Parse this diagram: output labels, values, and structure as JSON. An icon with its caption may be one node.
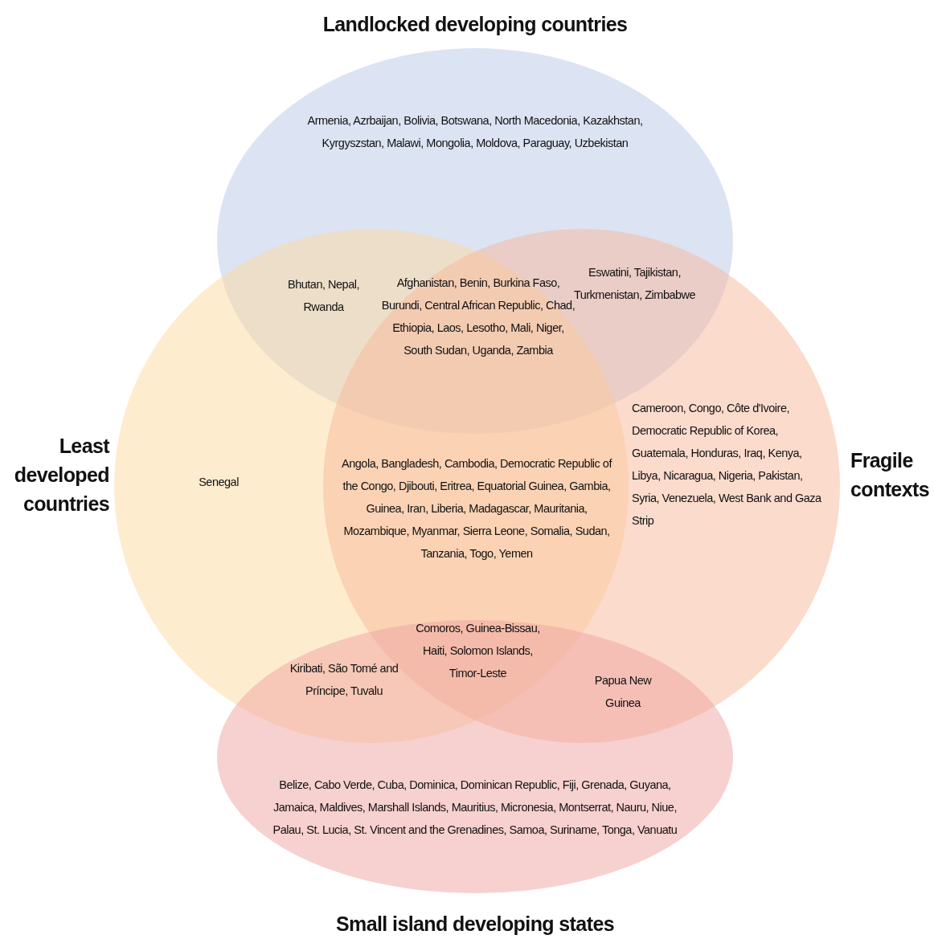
{
  "diagram": {
    "nodes": [
      {
        "text": [
          "Landlocked developing countries",
          "Armenia, Azrbaijan, Bolivia, Botswana, North Macedonia, Kazakhstan, Kyrgyszstan, Malawi, Mongolia, Moldova, Paraguay, Uzbekistan"
        ]
      },
      {
        "text": [
          "Least developed countries",
          "Senegal"
        ]
      },
      {
        "text": [
          "Cameroon, Congo, Côte d'Ivoire, Democratic Republic of Korea, Guatemala, Honduras, Iraq, Kenya, Libya, Nicaragua, Nigeria, Pakistan, Syria, Venezuela, West Bank and Gaza Strip",
          "Fragile contexts"
        ]
      },
      {
        "text": [
          "Belize, Cabo Verde, Cuba, Dominica, Dominican Republic, Fiji, Grenada, Guyana, Jamaica, Maldives, Marshall Islands, Mauritius, Micronesia, Montserrat, Nauru, Niue, Palau, St. Lucia, St. Vincent and the Grenadines, Samoa, Suriname, Tonga, Vanuatu",
          "Small island developing states"
        ]
      }
    ],
    "labels": [
      "Bhutan, Nepal, Rwanda",
      "Afghanistan, Benin, Burkina Faso, Burundi, Central African Republic, Chad, Ethiopia, Laos, Lesotho, Mali, Niger, South Sudan, Uganda, Zambia",
      "Eswatini, Tajikistan, Turkmenistan, Zimbabwe",
      "Angola, Bangladesh, Cambodia, Democratic Republic of the Congo, Djibouti, Eritrea, Equatorial Guinea, Gambia, Guinea, Iran, Liberia, Madagascar, Mauritania, Mozambique, Myanmar, Sierra Leone, Somalia, Sudan, Tanzania, Togo, Yemen",
      "Kiribati, São Tomé and Príncipe, Tuvalu",
      "Comoros, Guinea-Bissau, Haiti, Solomon Islands, Timor-Leste",
      "Papua New Guinea"
    ]
  }
}
